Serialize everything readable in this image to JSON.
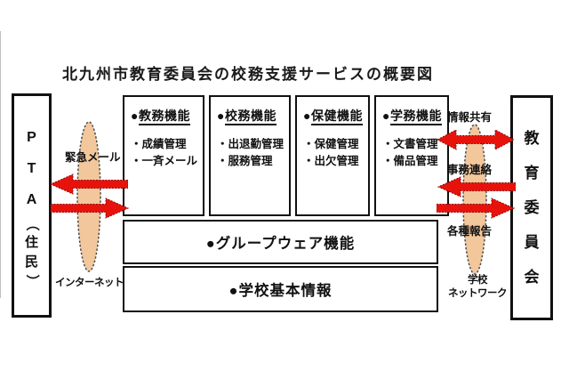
{
  "title": "北九州市教育委員会の校務支援サービスの概要図",
  "colors": {
    "arrow_red": "#e8120c",
    "arrow_outline": "#8f0400",
    "ellipse_fill": "#f2c79c",
    "ellipse_outline": "#4f4f4f",
    "border_black": "#111111"
  },
  "pta_box": {
    "full_label": "PTA（住民）",
    "chars": [
      "P",
      "T",
      "A",
      "（",
      "住",
      "民",
      "）"
    ]
  },
  "edu_box": {
    "full_label": "教育委員会",
    "chars": [
      "教",
      "育",
      "委",
      "員",
      "会"
    ]
  },
  "function_boxes": [
    {
      "bullet": "●",
      "title": "教務機能",
      "items": [
        "・成績管理",
        "・一斉メール"
      ]
    },
    {
      "bullet": "●",
      "title": "校務機能",
      "items": [
        "・出退勤管理",
        "・服務管理"
      ]
    },
    {
      "bullet": "●",
      "title": "保健機能",
      "items": [
        "・保健管理",
        "・出欠管理"
      ]
    },
    {
      "bullet": "●",
      "title": "学務機能",
      "items": [
        "・文書管理",
        "・備品管理"
      ]
    }
  ],
  "groupware_row": {
    "label": "●グループウェア機能"
  },
  "school_info_row": {
    "label": "●学校基本情報"
  },
  "left_channel": {
    "top_label": "緊急メール",
    "bottom_label": "インターネット"
  },
  "right_channel": {
    "label_top": "情報共有",
    "label_middle": "事務連絡",
    "label_bottom": "各種報告",
    "network_label_line1": "学校",
    "network_label_line2": "ネットワーク"
  }
}
